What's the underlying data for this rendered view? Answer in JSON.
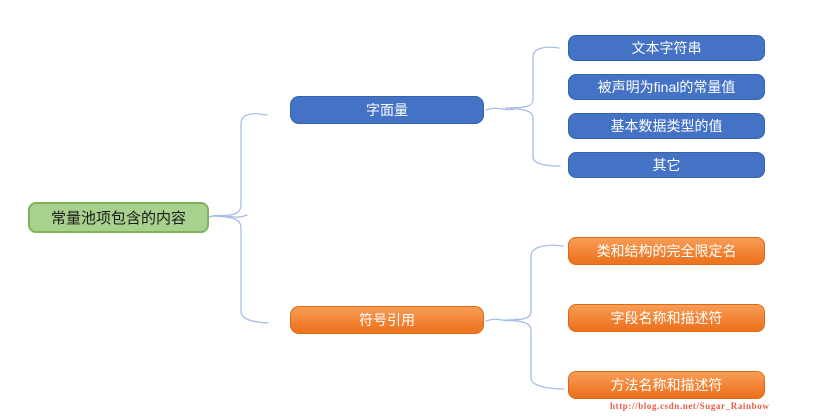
{
  "diagram": {
    "root": {
      "label": "常量池项包含的内容"
    },
    "branches": [
      {
        "label": "字面量",
        "color": "#4472C4",
        "children": [
          "文本字符串",
          "被声明为final的常量值",
          "基本数据类型的值",
          "其它"
        ]
      },
      {
        "label": "符号引用",
        "color": "#ED7D31",
        "children": [
          "类和结构的完全限定名",
          "字段名称和描述符",
          "方法名称和描述符"
        ]
      }
    ]
  },
  "colors": {
    "root_fill": "#A9D18E",
    "root_border": "#7DB35A",
    "blue_fill": "#4472C4",
    "orange_fill": "#ED7D31",
    "connector": "#A9BDE5",
    "watermark": "#E65C45"
  },
  "watermark": {
    "text": "http://blog.csdn.net/Sugar_Rainbow"
  }
}
